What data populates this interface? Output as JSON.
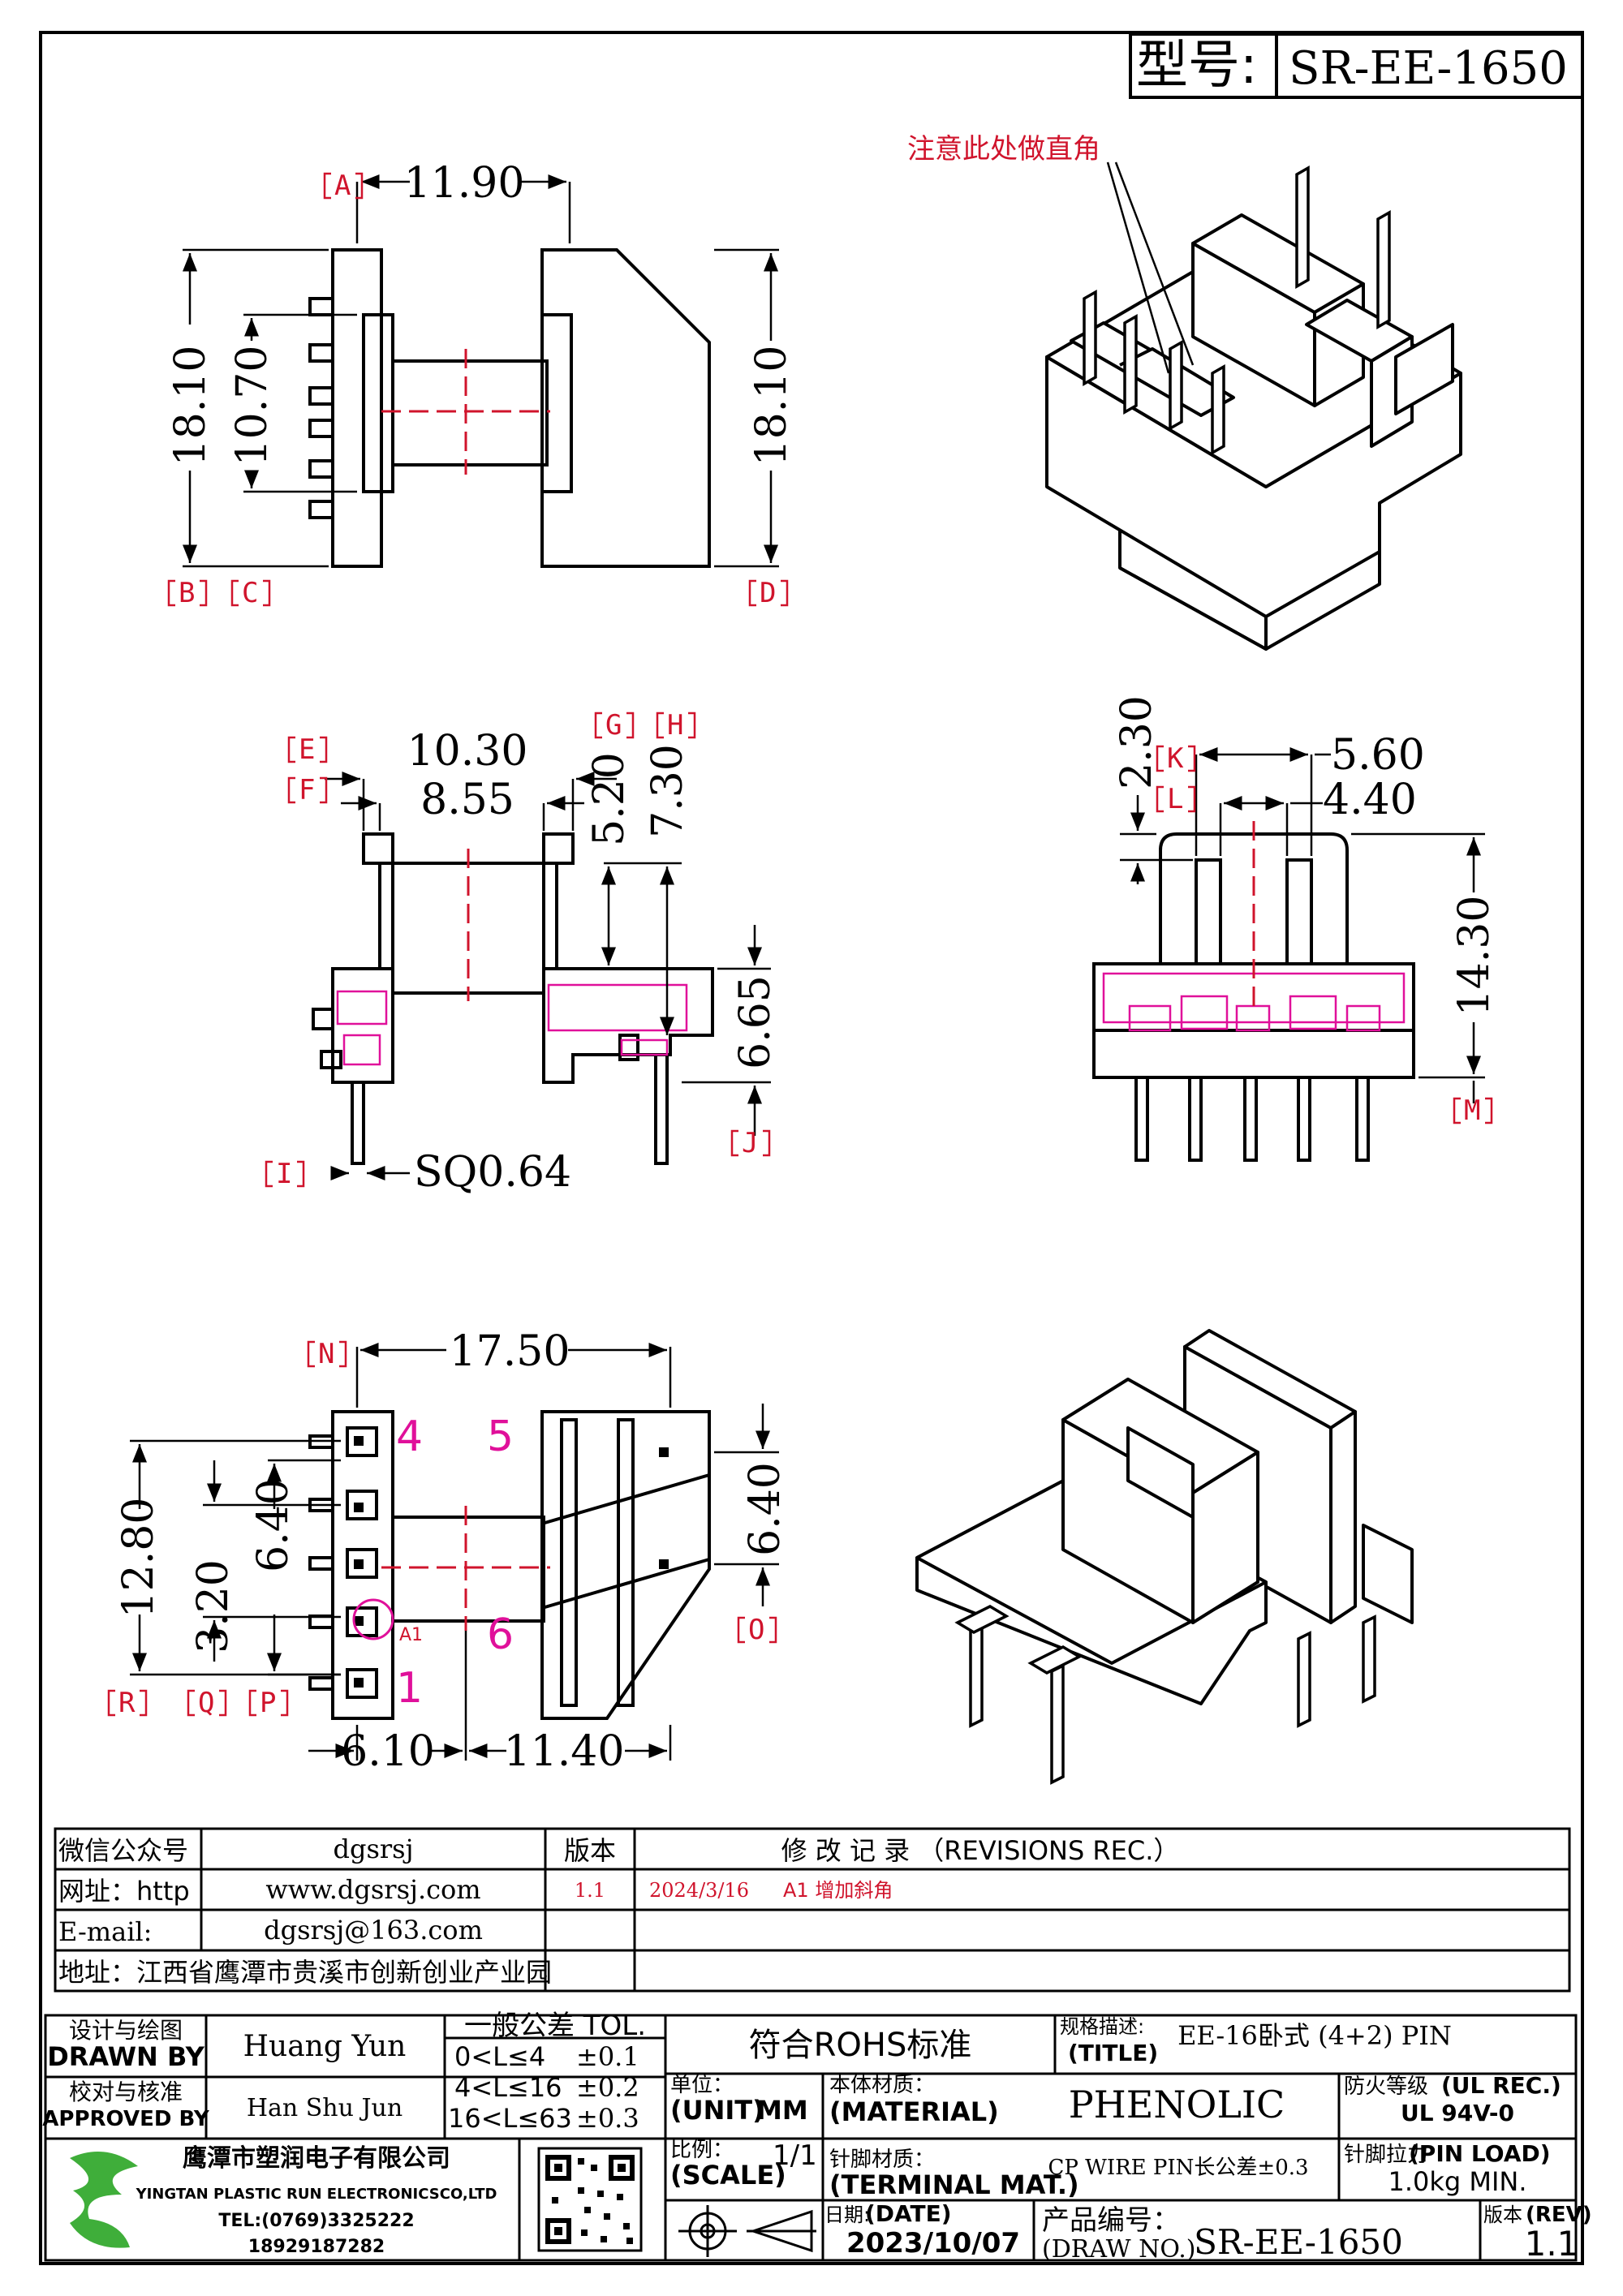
{
  "model": {
    "label": "型号:",
    "value": "SR-EE-1650"
  },
  "note": "注意此处做直角",
  "dims": {
    "d1190": "11.90",
    "d1810a": "18.10",
    "d1070": "10.70",
    "d1810b": "18.10",
    "d1030": "10.30",
    "d855": "8.55",
    "d520": "5.20",
    "d730": "7.30",
    "d665": "6.65",
    "sq": "SQ0.64",
    "d230": "2.30",
    "d560": "5.60",
    "d440": "4.40",
    "d1430": "14.30",
    "d1750": "17.50",
    "d1280": "12.80",
    "d640a": "6.40",
    "d320": "3.20",
    "d640b": "6.40",
    "d610": "6.10",
    "d1140": "11.40"
  },
  "refs": {
    "A": "A",
    "B": "B",
    "C": "C",
    "D": "D",
    "E": "E",
    "F": "F",
    "G": "G",
    "H": "H",
    "I": "I",
    "J": "J",
    "K": "K",
    "L": "L",
    "M": "M",
    "N": "N",
    "O": "O",
    "P": "P",
    "Q": "Q",
    "R": "R"
  },
  "pins": {
    "p1": "1",
    "p4": "4",
    "p5": "5",
    "p6": "6",
    "a1": "A1"
  },
  "info": {
    "wechat_label": "微信公众号",
    "wechat": "dgsrsj",
    "web_label": "网址：http",
    "web": "www.dgsrsj.com",
    "email_label": "E-mail:",
    "email": "dgsrsj@163.com",
    "addr": "地址：江西省鹰潭市贵溪市创新创业产业园"
  },
  "revisions": {
    "ver_label": "版本",
    "title": "修 改 记 录 （REVISIONS REC.）",
    "rows": [
      {
        "ver": "1.1",
        "date": "2024/3/16",
        "desc": "A1 增加斜角"
      }
    ]
  },
  "title_block": {
    "design_label": "设计与绘图",
    "drawn_by_label": "DRAWN BY",
    "drawn_by": "Huang Yun",
    "check_label": "校对与核准",
    "approved_by_label": "APPROVED BY",
    "approved_by": "Han Shu Jun",
    "tol_label": "一般公差 TOL.",
    "tol_rows": [
      {
        "range": "0<L≤4",
        "tol": "±0.1"
      },
      {
        "range": "4<L≤16",
        "tol": "±0.2"
      },
      {
        "range": "16<L≤63",
        "tol": "±0.3"
      }
    ],
    "rohs": "符合ROHS标准",
    "spec_label": "规格描述:",
    "title_label": "(TITLE)",
    "title": "EE-16卧式 (4+2) PIN",
    "unit_cn": "单位：",
    "unit_label": "(UNIT)",
    "unit": "MM",
    "material_cn": "本体材质：",
    "material_label": "(MATERIAL)",
    "material": "PHENOLIC",
    "fire_cn": "防火等级",
    "fire_label": "(UL REC.)",
    "fire": "UL 94V-0",
    "scale_cn": "比例：",
    "scale_label": "(SCALE)",
    "scale": "1/1",
    "terminal_cn": "针脚材质：",
    "terminal_label": "(TERMINAL MAT.)",
    "terminal": "CP WIRE  PIN长公差±0.3",
    "pinload_cn": "针脚拉力",
    "pinload_label": "(PIN LOAD)",
    "pinload": "1.0kg MIN.",
    "date_cn": "日期:",
    "date_label": "(DATE)",
    "date": "2023/10/07",
    "drawno_cn": "产品编号：",
    "drawno_label": "(DRAW NO.)",
    "drawno": "SR-EE-1650",
    "rev_cn": "版本",
    "rev_label": "(REV)",
    "rev": "1.1"
  },
  "company": {
    "name": "鹰潭市塑润电子有限公司",
    "name_en": "YINGTAN PLASTIC RUN ELECTRONICSCO,LTD",
    "tel": "TEL:(0769)3325222",
    "phone": "18929187282"
  },
  "colors": {
    "red": "#d0142c",
    "magenta": "#e0109a",
    "ink": "#000000",
    "logo_green": "#3fae3a"
  }
}
